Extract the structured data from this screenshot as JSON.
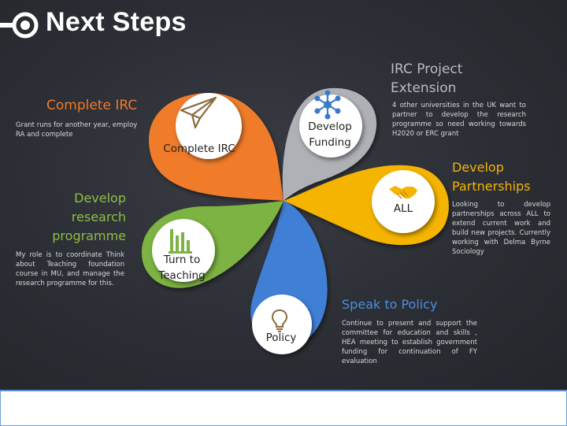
{
  "title": "Next Steps",
  "colors": {
    "orange": "#f07b2c",
    "gray": "#aeb1b6",
    "yellow": "#f5b400",
    "green": "#7cb342",
    "blue": "#3f7fd6",
    "background": "#2e3137"
  },
  "sections": {
    "complete_irc": {
      "heading": "Complete IRC",
      "text": "Grant runs for another year, employ RA and complete",
      "petal_label": "Complete IRC",
      "icon": "paper-plane-icon"
    },
    "irc_extension": {
      "heading": "IRC Project Extension",
      "text": "4 other universities in the UK want to partner to develop the research programme so need working towards H2020 or ERC grant",
      "petal_label": "Develop Funding",
      "icon": "network-icon"
    },
    "partnerships": {
      "heading": "Develop Partnerships",
      "text": "Looking to develop partnerships across ALL to extend current work and build new projects. Currently working with Delma Byrne Sociology",
      "petal_label": "ALL",
      "icon": "handshake-icon"
    },
    "research": {
      "heading": "Develop research programme",
      "text": "My role is to coordinate Think about Teaching foundation course in MU, and manage the research programme for this.",
      "petal_label": "Turn to Teaching",
      "icon": "bar-chart-icon"
    },
    "policy": {
      "heading": "Speak to Policy",
      "text": "Continue to present and support the committee for education and skills , HEA meeting to establish government funding for continuation of FY evaluation",
      "petal_label": "Policy",
      "icon": "lightbulb-icon"
    }
  }
}
